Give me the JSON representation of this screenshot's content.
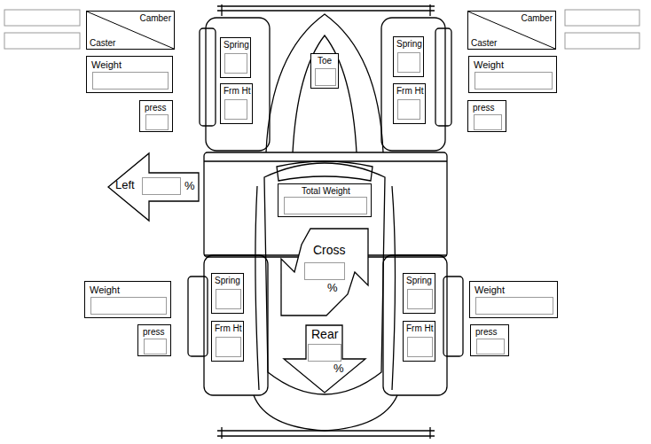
{
  "diagram": {
    "nodes": [
      {
        "text": [
          "Camber",
          "Caster"
        ]
      },
      {
        "text": [
          "Camber",
          "Caster"
        ]
      },
      {
        "text": [
          "Spring"
        ]
      },
      {
        "text": [
          "Toe"
        ]
      },
      {
        "text": [
          "Spring"
        ]
      },
      {
        "text": [
          "Weight"
        ]
      },
      {
        "text": [
          "Weight"
        ]
      },
      {
        "text": [
          "Frm Ht"
        ]
      },
      {
        "text": [
          "Frm Ht"
        ]
      },
      {
        "text": [
          "press"
        ]
      },
      {
        "text": [
          "press"
        ]
      },
      {
        "text": [
          "Left",
          "%"
        ]
      },
      {
        "text": [
          "Total Weight"
        ]
      },
      {
        "text": [
          "Cross",
          "%"
        ]
      },
      {
        "text": [
          "Weight"
        ]
      },
      {
        "text": [
          "Spring"
        ]
      },
      {
        "text": [
          "Spring"
        ]
      },
      {
        "text": [
          "Weight"
        ]
      },
      {
        "text": [
          "Frm Ht"
        ]
      },
      {
        "text": [
          "Frm Ht"
        ]
      },
      {
        "text": [
          "press"
        ]
      },
      {
        "text": [
          "press"
        ]
      },
      {
        "text": [
          "Rear",
          "%"
        ]
      }
    ]
  }
}
